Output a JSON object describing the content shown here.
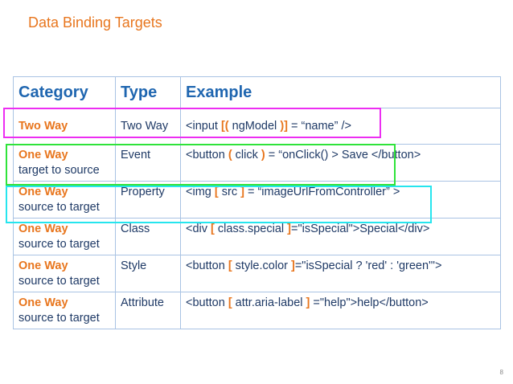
{
  "title": "Data Binding Targets",
  "table": {
    "headers": [
      "Category",
      "Type",
      "Example"
    ],
    "rows": [
      {
        "category": "Two Way",
        "category_sub": "",
        "type": "Two Way",
        "example": [
          {
            "t": "<input ",
            "b": false
          },
          {
            "t": "[(",
            "b": true
          },
          {
            "t": " ngModel ",
            "b": false
          },
          {
            "t": ")]",
            "b": true
          },
          {
            "t": " = “name” />",
            "b": false
          }
        ]
      },
      {
        "category": "One Way",
        "category_sub": "target to source",
        "type": "Event",
        "example": [
          {
            "t": "<button ",
            "b": false
          },
          {
            "t": "(",
            "b": true
          },
          {
            "t": " click ",
            "b": false
          },
          {
            "t": ")",
            "b": true
          },
          {
            "t": " = “onClick() > Save </button>",
            "b": false
          }
        ]
      },
      {
        "category": "One Way",
        "category_sub": "source to target",
        "type": "Property",
        "example": [
          {
            "t": "<img ",
            "b": false
          },
          {
            "t": "[",
            "b": true
          },
          {
            "t": " src ",
            "b": false
          },
          {
            "t": "]",
            "b": true
          },
          {
            "t": " = “imageUrlFromController” >",
            "b": false
          }
        ]
      },
      {
        "category": "One Way",
        "category_sub": "source to target",
        "type": "Class",
        "example": [
          {
            "t": "<div ",
            "b": false
          },
          {
            "t": "[",
            "b": true
          },
          {
            "t": " class.special ",
            "b": false
          },
          {
            "t": "]",
            "b": true
          },
          {
            "t": "=\"isSpecial\">Special</div>",
            "b": false
          }
        ]
      },
      {
        "category": "One Way",
        "category_sub": "source to target",
        "type": "Style",
        "example": [
          {
            "t": "<button ",
            "b": false
          },
          {
            "t": "[",
            "b": true
          },
          {
            "t": " style.color ",
            "b": false
          },
          {
            "t": "]",
            "b": true
          },
          {
            "t": "=\"isSpecial ? 'red' : 'green'\">",
            "b": false
          }
        ]
      },
      {
        "category": "One Way",
        "category_sub": "source to target",
        "type": "Attribute",
        "example": [
          {
            "t": "<button ",
            "b": false
          },
          {
            "t": "[",
            "b": true
          },
          {
            "t": " attr.aria-label ",
            "b": false
          },
          {
            "t": "]",
            "b": true
          },
          {
            "t": " =\"help\">help</button>",
            "b": false
          }
        ]
      }
    ]
  },
  "page_number": "8",
  "colors": {
    "accent_orange": "#e8761e",
    "header_blue": "#1f66b0",
    "text_navy": "#1f3a66",
    "table_border": "#a9c3e3",
    "highlight_magenta": "#ec2ef2",
    "highlight_green": "#2fe33a",
    "highlight_cyan": "#26e5ee"
  }
}
